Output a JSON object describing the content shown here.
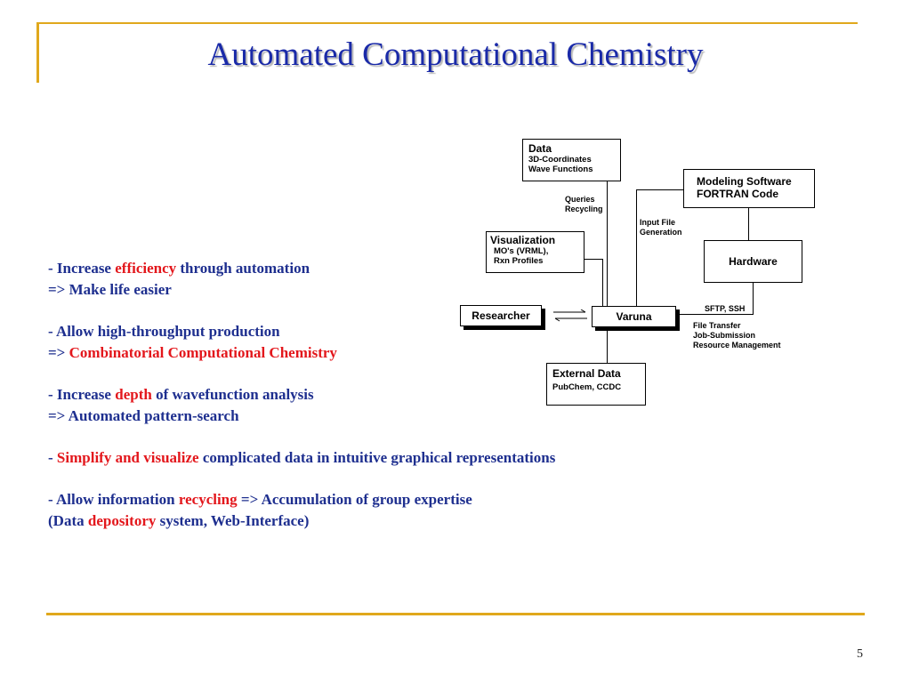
{
  "slide": {
    "title": "Automated Computational Chemistry",
    "page_number": "5"
  },
  "bullets": [
    [
      {
        "t": "- ",
        "h": false
      },
      {
        "t": "Increase ",
        "h": false
      },
      {
        "t": "efficiency",
        "h": true
      },
      {
        "t": " through automation",
        "h": false
      }
    ],
    [
      {
        "t": "=> Make life easier",
        "h": false
      }
    ],
    null,
    [
      {
        "t": "- Allow high-throughput production",
        "h": false
      }
    ],
    [
      {
        "t": "=> ",
        "h": false
      },
      {
        "t": "Combinatorial Computational Chemistry",
        "h": true
      }
    ],
    null,
    [
      {
        "t": "- Increase ",
        "h": false
      },
      {
        "t": "depth",
        "h": true
      },
      {
        "t": " of wavefunction analysis",
        "h": false
      }
    ],
    [
      {
        "t": "=> Automated pattern-search",
        "h": false
      }
    ],
    null,
    [
      {
        "t": "- ",
        "h": false
      },
      {
        "t": "Simplify and visualize",
        "h": true
      },
      {
        "t": " complicated data in intuitive graphical representations",
        "h": false
      }
    ],
    null,
    [
      {
        "t": "- Allow information ",
        "h": false
      },
      {
        "t": "recycling",
        "h": true
      },
      {
        "t": " => Accumulation of group expertise",
        "h": false
      }
    ],
    [
      {
        "t": "(Data ",
        "h": false
      },
      {
        "t": "depository",
        "h": true
      },
      {
        "t": " system, Web-Interface)",
        "h": false
      }
    ]
  ],
  "diagram": {
    "data_box": {
      "title": "Data",
      "lines": [
        "3D-Coordinates",
        "Wave Functions"
      ]
    },
    "modeling_box": {
      "lines": [
        "Modeling Software",
        "FORTRAN Code"
      ]
    },
    "visualization_box": {
      "title": "Visualization",
      "lines": [
        "MO's (VRML),",
        "Rxn Profiles"
      ]
    },
    "hardware_box": {
      "title": "Hardware"
    },
    "researcher_box": {
      "title": "Researcher"
    },
    "varuna_box": {
      "title": "Varuna"
    },
    "external_box": {
      "title": "External Data",
      "lines": [
        "PubChem, CCDC"
      ]
    },
    "labels": {
      "queries": [
        "Queries",
        "Recycling"
      ],
      "input_file": [
        "Input File",
        "Generation"
      ],
      "sftp": "SFTP, SSH",
      "file_transfer": [
        "File Transfer",
        "Job-Submission",
        "Resource Management"
      ]
    }
  },
  "colors": {
    "title": "#1a2aa8",
    "body_text": "#1e2f8f",
    "highlight": "#e3171c",
    "rule": "#e0a81c"
  }
}
